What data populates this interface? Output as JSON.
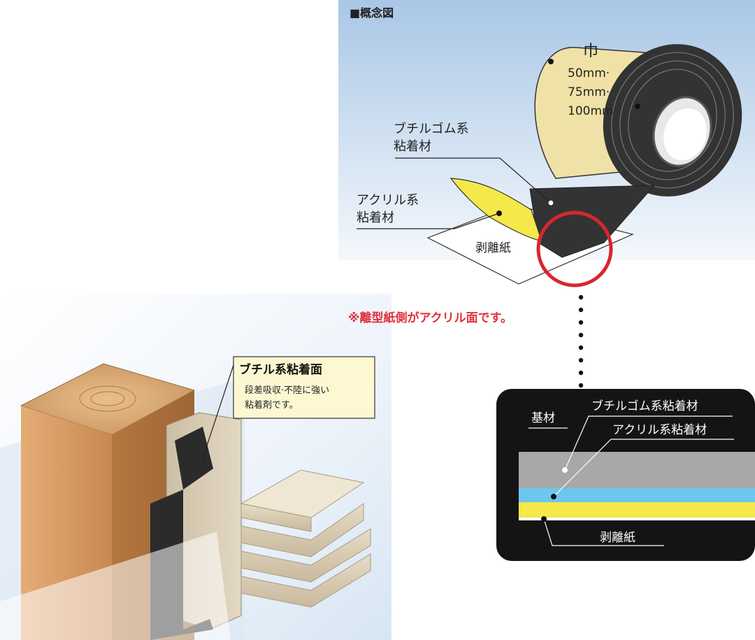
{
  "concept": {
    "section_title": "■概念図",
    "width_label": "巾",
    "width_values": [
      "50mm·",
      "75mm·",
      "100mm"
    ],
    "butyl_label": [
      "ブチルゴム系",
      "粘着材"
    ],
    "acrylic_label": [
      "アクリル系",
      "粘着材"
    ],
    "release_label": "剥離紙",
    "note": "※離型紙側がアクリル面です。"
  },
  "callout": {
    "title": "ブチル系粘着面",
    "lines": [
      "段差吸収·不陸に強い",
      "粘着剤です。"
    ]
  },
  "cross_section": {
    "base_label": "基材",
    "butyl_label": "ブチルゴム系粘着材",
    "acrylic_label": "アクリル系粘着材",
    "release_label": "剥離紙"
  },
  "colors": {
    "accent_red": "#d8262f",
    "note_red": "#e0303a",
    "tape_face": "#f0e2a6",
    "butyl_dark": "#2b2b2b",
    "acrylic_yellow": "#f4e84a",
    "layer_blue": "#6cc6ee",
    "layer_gray": "#a8a8a8",
    "panel_black": "#141414",
    "wood": "#d9a06b",
    "panel_blue_bg": "#c9dcef"
  }
}
